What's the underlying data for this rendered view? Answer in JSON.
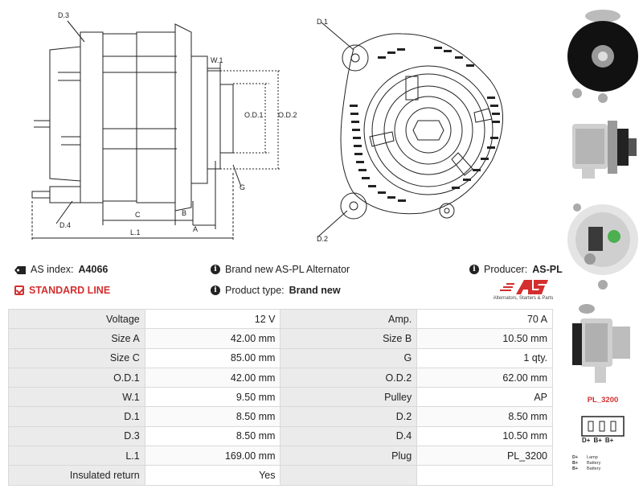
{
  "drawing_labels": {
    "d3": "D.3",
    "d4": "D.4",
    "w1": "W.1",
    "od1": "O.D.1",
    "od2": "O.D.2",
    "g": "G",
    "c": "C",
    "b": "B",
    "a": "A",
    "l1": "L.1",
    "d1": "D.1",
    "d2": "D.2"
  },
  "info": {
    "as_index_label": "AS index:",
    "as_index_value": "A4066",
    "standard_line": "STANDARD LINE",
    "brand_new_text": "Brand new AS-PL Alternator",
    "product_type_label": "Product type:",
    "product_type_value": "Brand new",
    "producer_label": "Producer:",
    "producer_value": "AS-PL",
    "logo_text": "AS",
    "logo_subtitle": "Alternators, Starters & Parts"
  },
  "specs": [
    {
      "l1": "Voltage",
      "v1": "12 V",
      "l2": "Amp.",
      "v2": "70 A"
    },
    {
      "l1": "Size A",
      "v1": "42.00 mm",
      "l2": "Size B",
      "v2": "10.50 mm"
    },
    {
      "l1": "Size C",
      "v1": "85.00 mm",
      "l2": "G",
      "v2": "1 qty."
    },
    {
      "l1": "O.D.1",
      "v1": "42.00 mm",
      "l2": "O.D.2",
      "v2": "62.00 mm"
    },
    {
      "l1": "W.1",
      "v1": "9.50 mm",
      "l2": "Pulley",
      "v2": "AP"
    },
    {
      "l1": "D.1",
      "v1": "8.50 mm",
      "l2": "D.2",
      "v2": "8.50 mm"
    },
    {
      "l1": "D.3",
      "v1": "8.50 mm",
      "l2": "D.4",
      "v2": "10.50 mm"
    },
    {
      "l1": "L.1",
      "v1": "169.00 mm",
      "l2": "Plug",
      "v2": "PL_3200"
    },
    {
      "l1": "Insulated return",
      "v1": "Yes",
      "l2": "",
      "v2": ""
    }
  ],
  "plug": {
    "label": "PL_3200",
    "terminals": [
      "D+",
      "B+",
      "B+"
    ],
    "legend": [
      {
        "key": "D+",
        "desc": "Lamp"
      },
      {
        "key": "B+",
        "desc": "Battery"
      },
      {
        "key": "B+",
        "desc": "Battery"
      }
    ]
  },
  "colors": {
    "accent": "#d32f2f",
    "table_label_bg": "#ebebeb",
    "table_border": "#d9d9d9"
  }
}
